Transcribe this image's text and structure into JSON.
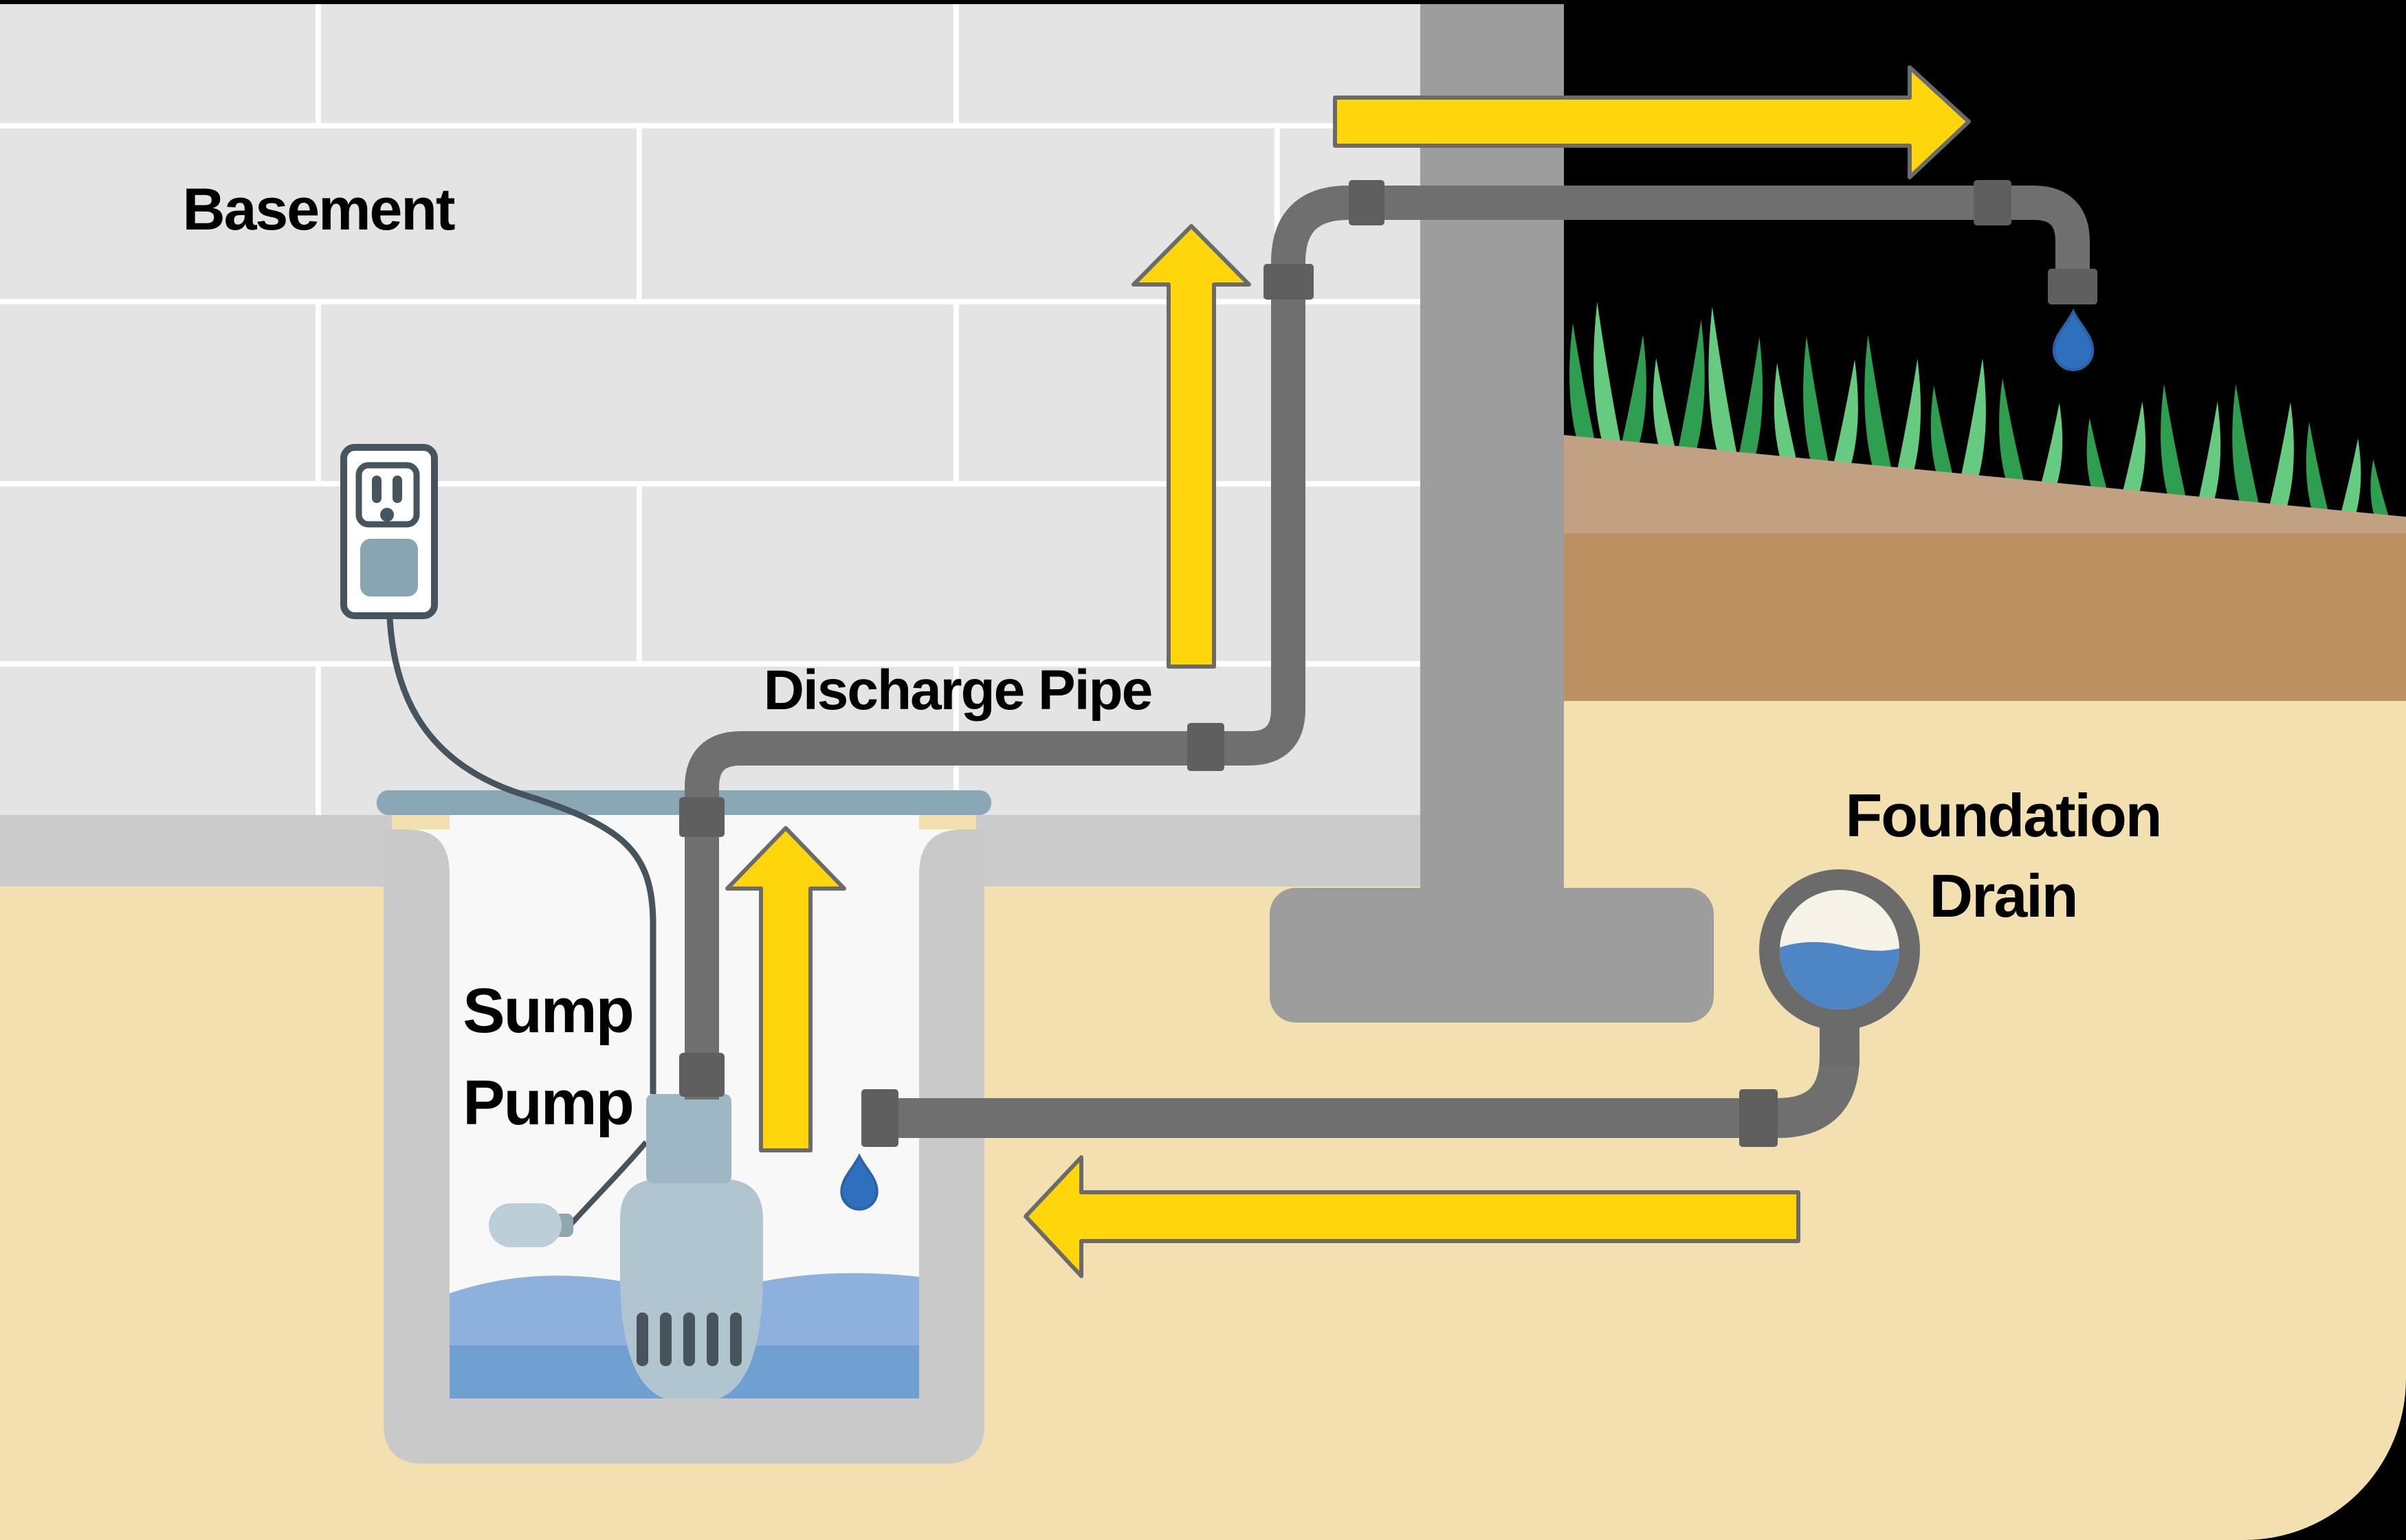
{
  "diagram": {
    "type": "sump-pump-cross-section"
  },
  "labels": {
    "basement": "Basement",
    "discharge_pipe": "Discharge Pipe",
    "sump_pump": [
      "Sump",
      "Pump"
    ],
    "foundation_drain": [
      "Foundation",
      "Drain"
    ]
  },
  "colors": {
    "background": "#000000",
    "wall_brick": "#e4e4e4",
    "mortar": "#ffffff",
    "basement_floor": "#cbcbcb",
    "foundation_concrete": "#9d9d9d",
    "pit_wall": "#c9c9c9",
    "pit_liner": "#f8f8f8",
    "pit_lid": "#8aa7b5",
    "pipe": "#6f6f6f",
    "pipe_coupling": "#5f5f5f",
    "flow_arrow": "#ffd60b",
    "arrow_outline": "#6b6b6b",
    "water_surface": "#8db1dc",
    "water_deep": "#709fd1",
    "water_drop": "#2e6fbe",
    "drain_ring": "#6b6b6b",
    "drain_water": "#4e86c5",
    "pump_body": "#b0c5d0",
    "pump_top": "#9fb7c4",
    "pump_vents": "#47545c",
    "float_switch": "#bccfd8",
    "outlet_outline": "#45545d",
    "plug": "#88a6b2",
    "cord": "#45545d",
    "soil_fill": "#f2e0b0",
    "topsoil": "#c2a182",
    "subsoil": "#bd9061",
    "grass_dark": "#2e9e51",
    "grass_light": "#66cb81",
    "label_text": "#000000"
  }
}
